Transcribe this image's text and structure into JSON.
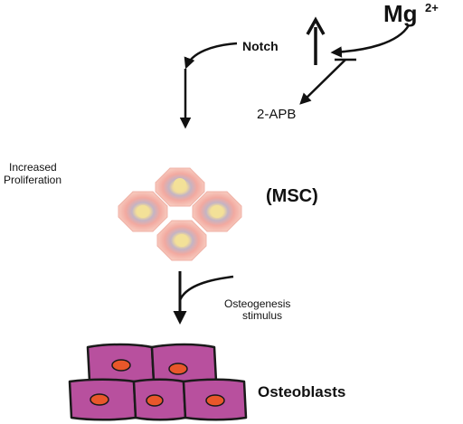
{
  "labels": {
    "mg": "Mg",
    "mg_charge": "2+",
    "notch": "Notch",
    "apb": "2-APB",
    "increased": "Increased",
    "proliferation": "Proliferation",
    "msc": "(MSC)",
    "osteogenesis": "Osteogenesis",
    "stimulus": "stimulus",
    "osteoblasts": "Osteoblasts"
  },
  "colors": {
    "line": "#111111",
    "msc_outer": "#f4b4a8",
    "msc_mid": "#b3aec8",
    "msc_nucleus": "#f1df9b",
    "cell_fill": "#b8509e",
    "cell_stroke": "#1a1a1a",
    "nucleus": "#e8572a"
  }
}
